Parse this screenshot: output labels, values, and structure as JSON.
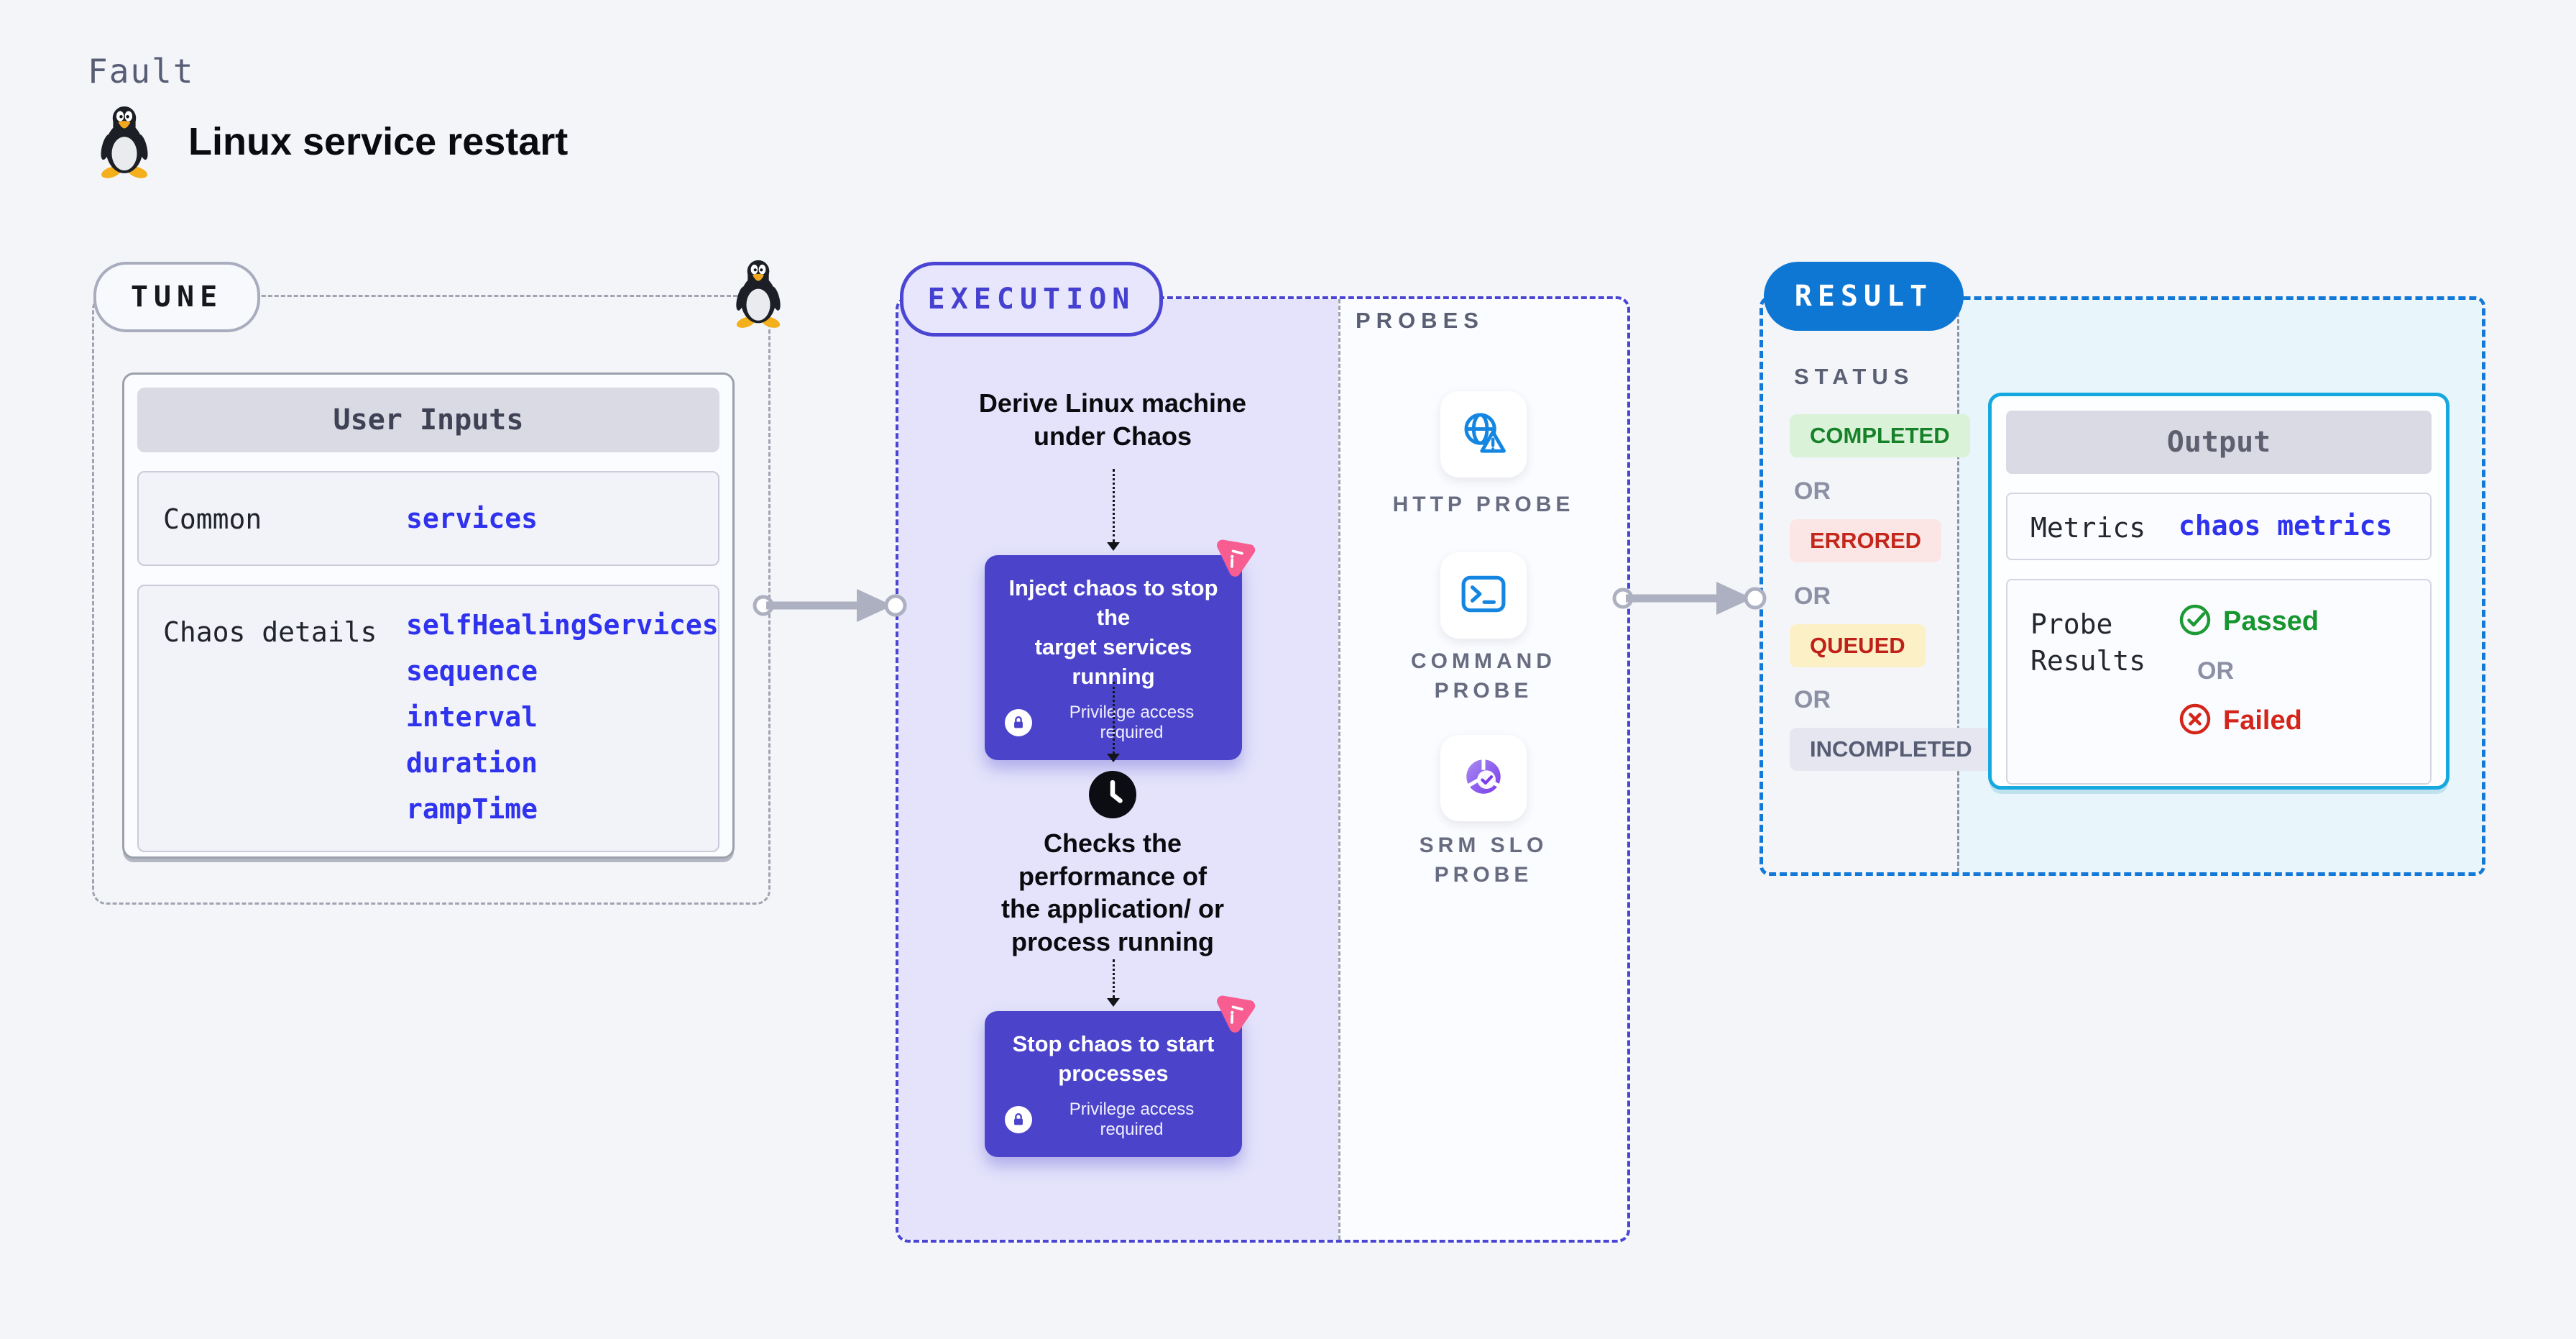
{
  "page": {
    "eyebrow": "Fault",
    "title": "Linux service restart"
  },
  "colors": {
    "indigo_accent": "#4A45D2",
    "card_indigo": "#4B44CB",
    "lavender_bg": "#E4E3FB",
    "result_blue": "#0E77D3",
    "cyan_border": "#16A9DF",
    "cyan_bg": "#E8F6FC",
    "chaos_pink": "#F85D92",
    "probe_blue": "#1486E2",
    "success_green": "#17812A",
    "error_red": "#C3271B",
    "queued_yellow_bg": "#FBF0C6",
    "param_blue": "#3033EE"
  },
  "tune": {
    "badge": "TUNE",
    "table": {
      "header": "User Inputs",
      "rows": [
        {
          "label": "Common",
          "values": [
            "services"
          ]
        },
        {
          "label": "Chaos details",
          "values": [
            "selfHealingServices",
            "sequence",
            "interval",
            "duration",
            "rampTime"
          ]
        }
      ]
    }
  },
  "execution": {
    "badge": "EXECUTION",
    "derive_text": "Derive Linux machine\nunder Chaos",
    "inject_card": {
      "title": "Inject chaos to stop the\ntarget services running",
      "note": "Privilege access required"
    },
    "checks_text": "Checks the\nperformance of\nthe application/ or\nprocess running",
    "stop_card": {
      "title": "Stop chaos to start\nprocesses",
      "note": "Privilege access required"
    }
  },
  "probes": {
    "label": "PROBES",
    "items": [
      {
        "name": "HTTP PROBE",
        "icon": "globe-alert-icon"
      },
      {
        "name": "COMMAND\nPROBE",
        "icon": "terminal-icon"
      },
      {
        "name": "SRM SLO\nPROBE",
        "icon": "slo-donut-icon"
      }
    ]
  },
  "result": {
    "badge": "RESULT",
    "status_label": "STATUS",
    "or": "OR",
    "badges": [
      {
        "text": "COMPLETED",
        "type": "success"
      },
      {
        "text": "ERRORED",
        "type": "error"
      },
      {
        "text": "QUEUED",
        "type": "warning"
      },
      {
        "text": "INCOMPLETED",
        "type": "neutral"
      }
    ],
    "output": {
      "header": "Output",
      "metrics_label": "Metrics",
      "metrics_value": "chaos metrics",
      "probe_results_label": "Probe\nResults",
      "passed": "Passed",
      "or": "OR",
      "failed": "Failed"
    }
  }
}
